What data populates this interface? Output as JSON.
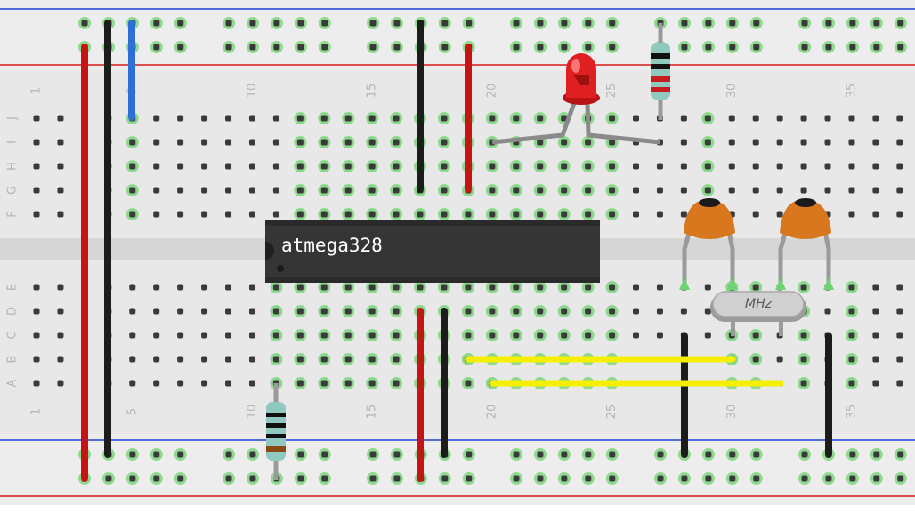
{
  "breadboard": {
    "row_letters_top": [
      "J",
      "I",
      "H",
      "G",
      "F"
    ],
    "row_letters_bottom": [
      "E",
      "D",
      "C",
      "B",
      "A"
    ],
    "column_labels": [
      "1",
      "5",
      "10",
      "15",
      "20",
      "25",
      "30",
      "35"
    ],
    "colors": {
      "board": "#e8e8e8",
      "board_edge": "#cfcfcf",
      "rail_red": "#d81b1b",
      "rail_blue": "#1f3fd8",
      "hole": "#3a3a3a",
      "hole_highlight": "#6fd36f",
      "label": "#b5b5b5"
    }
  },
  "chip": {
    "label": "atmega328",
    "color": "#353535",
    "text_color": "#ffffff"
  },
  "crystal": {
    "label": "MHz"
  },
  "components": {
    "led": {
      "color": "#e02020"
    },
    "capacitor": {
      "color": "#d9771f"
    },
    "resistor": {
      "body": "#8fc9c0",
      "bands": [
        "#8b4a12",
        "#111111",
        "#c81b1b"
      ]
    }
  },
  "wire_colors": {
    "red": "#c41414",
    "black": "#1c1c1c",
    "blue": "#2e6fd6",
    "yellow": "#f5f000"
  }
}
